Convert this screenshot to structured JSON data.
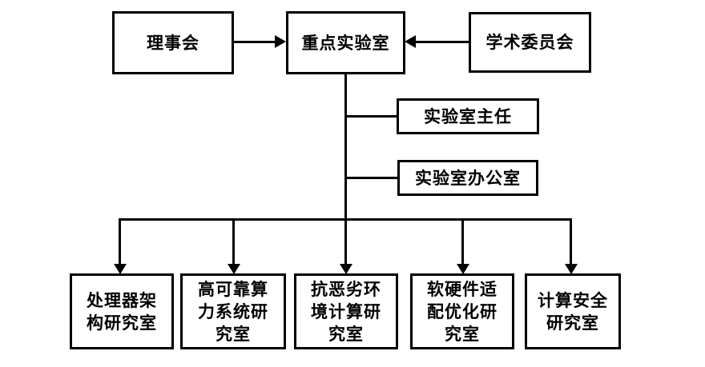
{
  "diagram": {
    "type": "org-chart",
    "colors": {
      "line": "#000000",
      "box_border": "#000000",
      "background": "#ffffff",
      "text": "#000000"
    },
    "nodes": {
      "board": {
        "label": "理事会"
      },
      "keylab": {
        "label": "重点实验室"
      },
      "academic": {
        "label": "学术委员会"
      },
      "director": {
        "label": "实验室主任"
      },
      "office": {
        "label": "实验室办公室"
      },
      "dept_processor": {
        "label": "处理器架\n构研究室"
      },
      "dept_reliable": {
        "label": "高可靠算\n力系统研\n究室"
      },
      "dept_harsh": {
        "label": "抗恶劣环\n境计算研\n究室"
      },
      "dept_adapt": {
        "label": "软硬件适\n配优化研\n究室"
      },
      "dept_security": {
        "label": "计算安全\n研究室"
      }
    },
    "edges": [
      {
        "from": "board",
        "to": "keylab",
        "type": "arrow"
      },
      {
        "from": "academic",
        "to": "keylab",
        "type": "arrow"
      },
      {
        "from": "keylab",
        "to": "director",
        "type": "line"
      },
      {
        "from": "keylab",
        "to": "office",
        "type": "line"
      },
      {
        "from": "keylab",
        "to": "dept_processor",
        "type": "arrow"
      },
      {
        "from": "keylab",
        "to": "dept_reliable",
        "type": "arrow"
      },
      {
        "from": "keylab",
        "to": "dept_harsh",
        "type": "arrow"
      },
      {
        "from": "keylab",
        "to": "dept_adapt",
        "type": "arrow"
      },
      {
        "from": "keylab",
        "to": "dept_security",
        "type": "arrow"
      }
    ]
  }
}
